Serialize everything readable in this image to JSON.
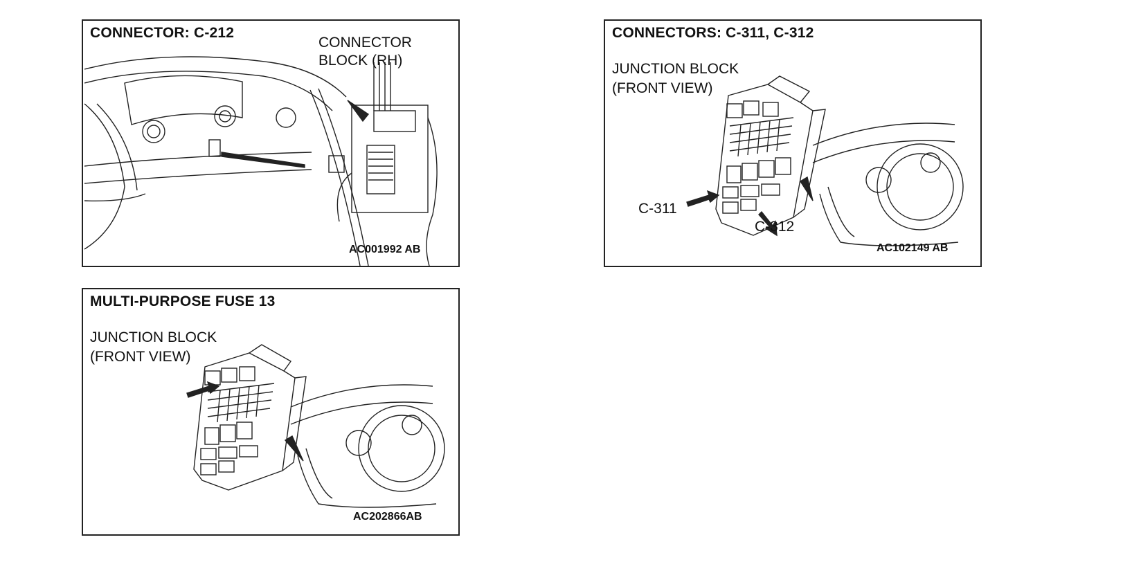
{
  "panels": [
    {
      "title": "CONNECTOR: C-212",
      "labels": [
        "CONNECTOR",
        "BLOCK (RH)"
      ],
      "code": "AC001992 AB"
    },
    {
      "title": "CONNECTORS: C-311, C-312",
      "labels": [
        "JUNCTION BLOCK",
        "(FRONT VIEW)"
      ],
      "callouts": [
        "C-311",
        "C-312"
      ],
      "code": "AC102149 AB"
    },
    {
      "title": "MULTI-PURPOSE FUSE 13",
      "labels": [
        "JUNCTION BLOCK",
        "(FRONT VIEW)"
      ],
      "code": "AC202866AB"
    }
  ]
}
